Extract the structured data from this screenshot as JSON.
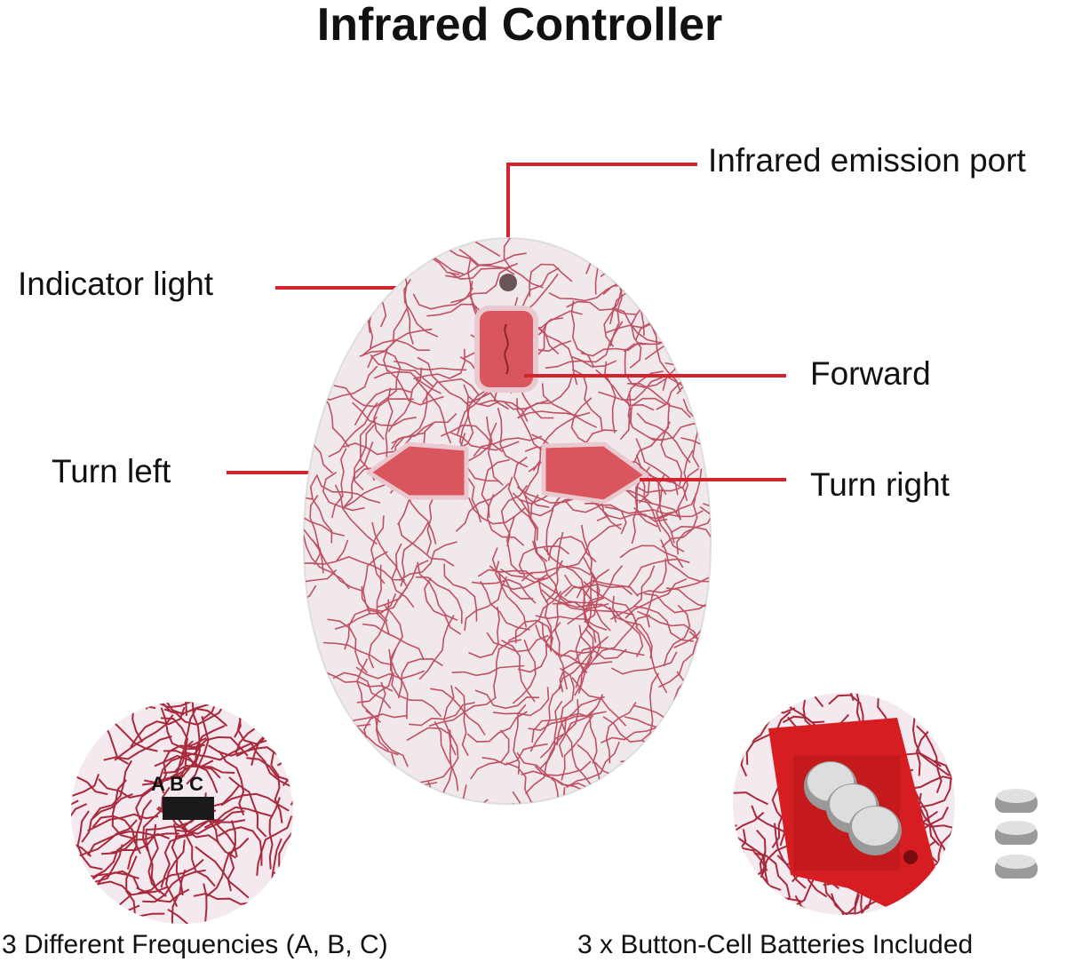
{
  "title": "Infrared Controller",
  "labels": {
    "emission_port": "Infrared emission port",
    "indicator_light": "Indicator light",
    "forward": "Forward",
    "turn_left": "Turn left",
    "turn_right": "Turn right"
  },
  "insets": {
    "frequency_switch": {
      "marks": "A B C",
      "caption": "3 Different Frequencies (A, B, C)"
    },
    "batteries": {
      "caption": "3 x Button-Cell Batteries Included",
      "count": 3
    }
  },
  "colors": {
    "accent": "#d3242e",
    "shell": "#f1e8ec",
    "crack": "#b5374a",
    "button": "#d9565e"
  }
}
